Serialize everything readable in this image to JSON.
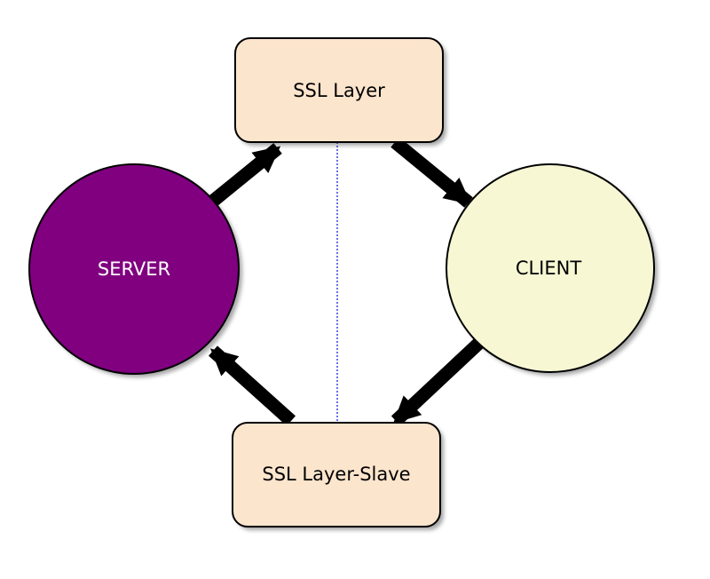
{
  "nodes": {
    "ssl_layer": {
      "label": "SSL Layer",
      "fill": "#fce5cd",
      "stroke": "#000000"
    },
    "ssl_layer_slave": {
      "label": "SSL Layer-Slave",
      "fill": "#fce5cd",
      "stroke": "#000000"
    },
    "server": {
      "label": "SERVER",
      "fill": "#800080",
      "stroke": "#000000",
      "text_color": "#ffffff"
    },
    "client": {
      "label": "CLIENT",
      "fill": "#f7f7d4",
      "stroke": "#000000",
      "text_color": "#000000"
    }
  },
  "edges": [
    {
      "from": "server",
      "to": "ssl_layer",
      "style": "thick-arrow"
    },
    {
      "from": "ssl_layer",
      "to": "client",
      "style": "thick-arrow"
    },
    {
      "from": "client",
      "to": "ssl_layer_slave",
      "style": "thick-arrow"
    },
    {
      "from": "ssl_layer_slave",
      "to": "server",
      "style": "thick-arrow"
    },
    {
      "from": "ssl_layer",
      "to": "ssl_layer_slave",
      "style": "dotted-line",
      "color": "#3344dd"
    }
  ]
}
